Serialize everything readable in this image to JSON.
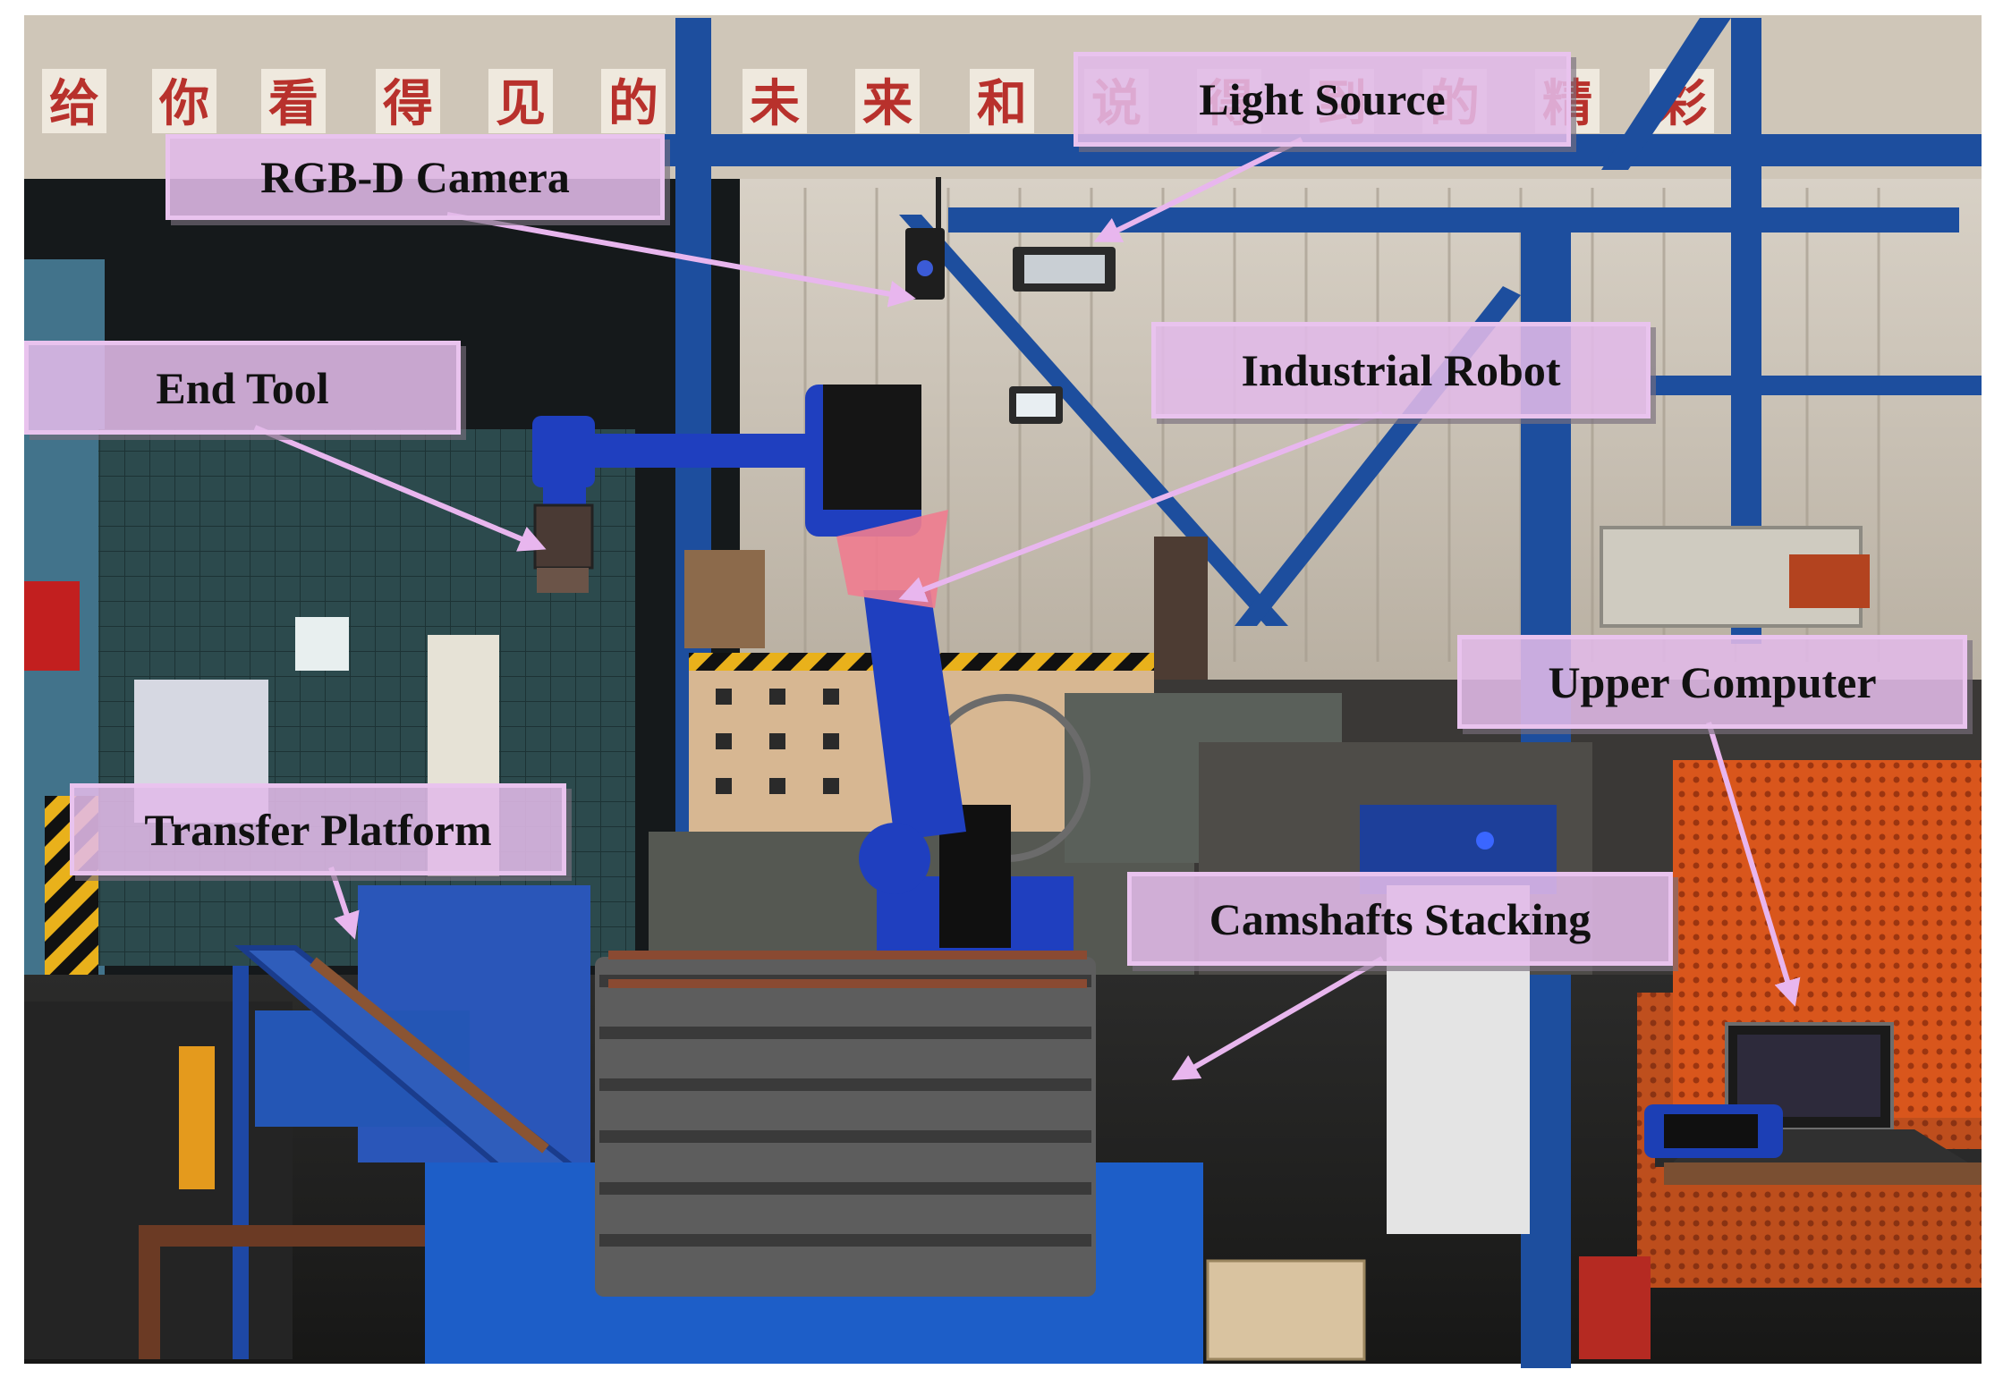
{
  "banner": {
    "characters": [
      "给",
      "你",
      "看",
      "得",
      "见",
      "的",
      "未",
      "来",
      "和",
      "说",
      "得",
      "到",
      "的",
      "精",
      "彩"
    ]
  },
  "callouts": {
    "rgbd_camera": "RGB-D Camera",
    "light_source": "Light Source",
    "end_tool": "End Tool",
    "industrial_robot": "Industrial Robot",
    "upper_computer": "Upper Computer",
    "transfer_platform": "Transfer Platform",
    "camshafts_stacking": "Camshafts Stacking"
  },
  "colors": {
    "callout_fill": "#e1b9e8",
    "arrow": "#e8b6ee",
    "robot_blue": "#1f3fbf",
    "steel_blue": "#1d4e9e",
    "safety_orange": "#d9541e",
    "banner_red": "#b8312c"
  }
}
